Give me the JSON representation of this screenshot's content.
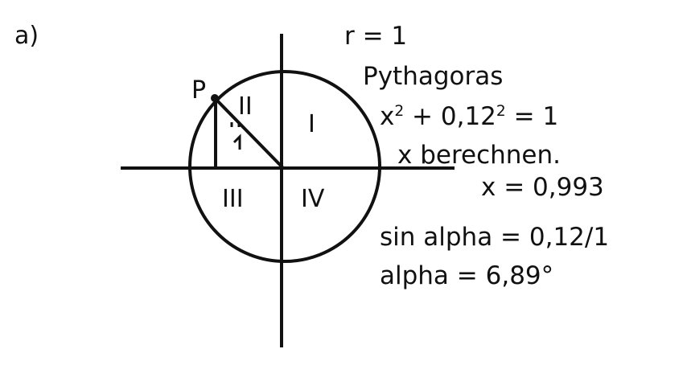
{
  "part_label": "a)",
  "diagram": {
    "point_label": "P",
    "hypotenuse_label": "1",
    "quadrants": {
      "q1": "I",
      "q2": "II",
      "q3": "III",
      "q4": "IV"
    },
    "colors": {
      "stroke": "#111111",
      "background": "#ffffff"
    }
  },
  "notes": {
    "radius": "r = 1",
    "method": "Pythagoras",
    "equation_x": "x",
    "equation_sup1": "2",
    "equation_mid": " + 0,12",
    "equation_sup2": "2",
    "equation_end": " = 1",
    "instruction": "x berechnen.",
    "x_result": "x = 0,993",
    "sine": "sin alpha = 0,12/1",
    "angle": "alpha = 6,89°"
  }
}
